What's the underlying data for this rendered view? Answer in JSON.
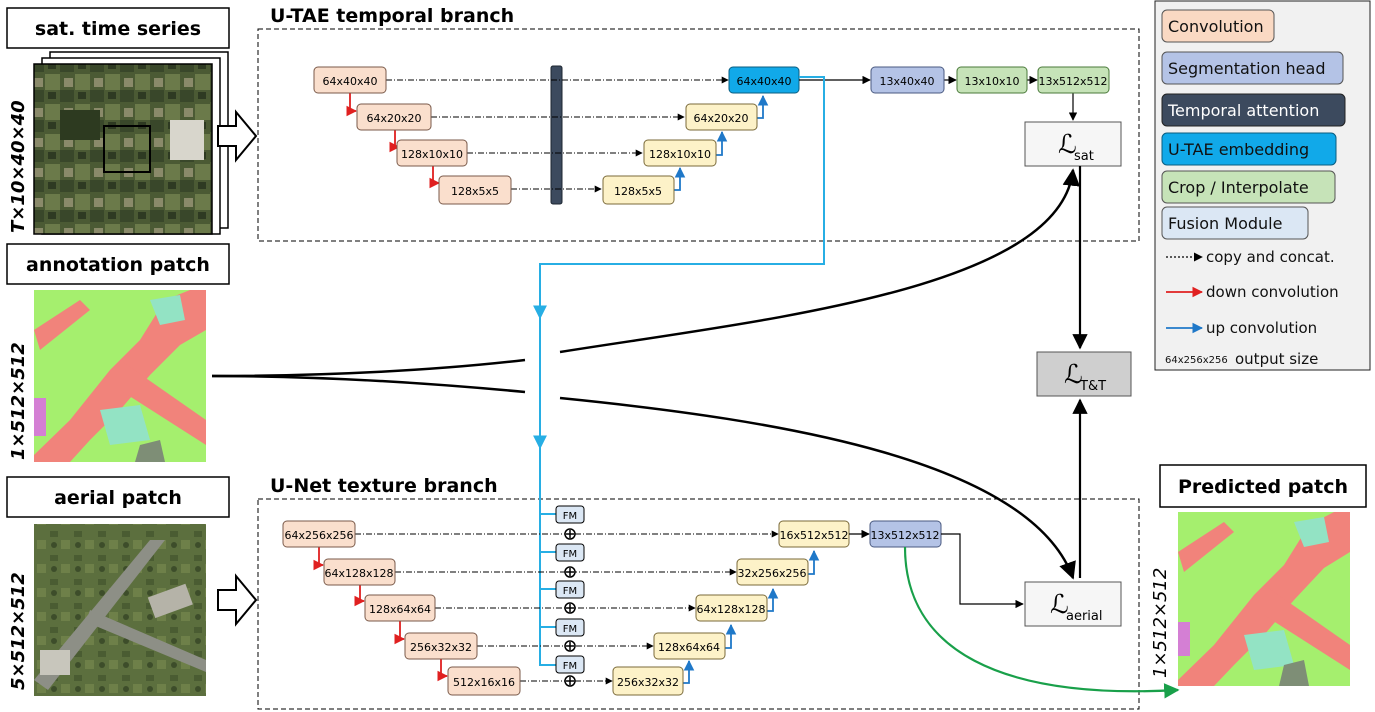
{
  "sections": {
    "sat_title": "sat. time series",
    "sat_dims": "T×10×40×40",
    "annotation_title": "annotation patch",
    "annotation_dims": "1×512×512",
    "aerial_title": "aerial patch",
    "aerial_dims": "5×512×512",
    "predicted_title": "Predicted patch",
    "predicted_dims": "1×512×512"
  },
  "branches": {
    "temporal": "U-TAE temporal branch",
    "texture": "U-Net texture branch"
  },
  "utae": {
    "enc": [
      "64x40x40",
      "64x20x20",
      "128x10x10",
      "128x5x5"
    ],
    "dec": [
      "64x40x40",
      "64x20x20",
      "128x10x10",
      "128x5x5"
    ],
    "head": [
      "13x40x40",
      "13x10x10",
      "13x512x512"
    ]
  },
  "unet": {
    "enc": [
      "64x256x256",
      "64x128x128",
      "128x64x64",
      "256x32x32",
      "512x16x16"
    ],
    "dec": [
      "16x512x512",
      "32x256x256",
      "64x128x128",
      "128x64x64",
      "256x32x32"
    ],
    "head": "13x512x512",
    "fm": "FM"
  },
  "losses": {
    "sat_main": "ℒ",
    "sat_sub": "sat",
    "tt_main": "ℒ",
    "tt_sub": "T&T",
    "aerial_main": "ℒ",
    "aerial_sub": "aerial"
  },
  "legend": {
    "items": [
      {
        "label": "Convolution",
        "fill": "#fad9c3"
      },
      {
        "label": "Segmentation head",
        "fill": "#b4c3e6"
      },
      {
        "label": "Temporal attention",
        "fill": "#3c4a5e"
      },
      {
        "label": "U-TAE embedding",
        "fill": "#11a9e9"
      },
      {
        "label": "Crop / Interpolate",
        "fill": "#c6e3b8"
      },
      {
        "label": "Fusion Module",
        "fill": "#dbe7f4"
      }
    ],
    "copy": "copy and concat.",
    "down": "down convolution",
    "up": "up convolution",
    "size_sample": "64x256x256",
    "size_label": "output size"
  },
  "colors": {
    "conv_enc": "#fadfcd",
    "conv_dec": "#fdf2c8",
    "seg_head": "#b4c3e6",
    "attention": "#3c4a5e",
    "embedding": "#11a9e9",
    "crop": "#c6e3b8",
    "fusion": "#dbe7f4",
    "down_arrow": "#e02020",
    "up_arrow": "#1f78c8",
    "skip_cyan": "#27aee4",
    "pred_green": "#19a04a",
    "loss_tt": "#cfcfcf"
  }
}
